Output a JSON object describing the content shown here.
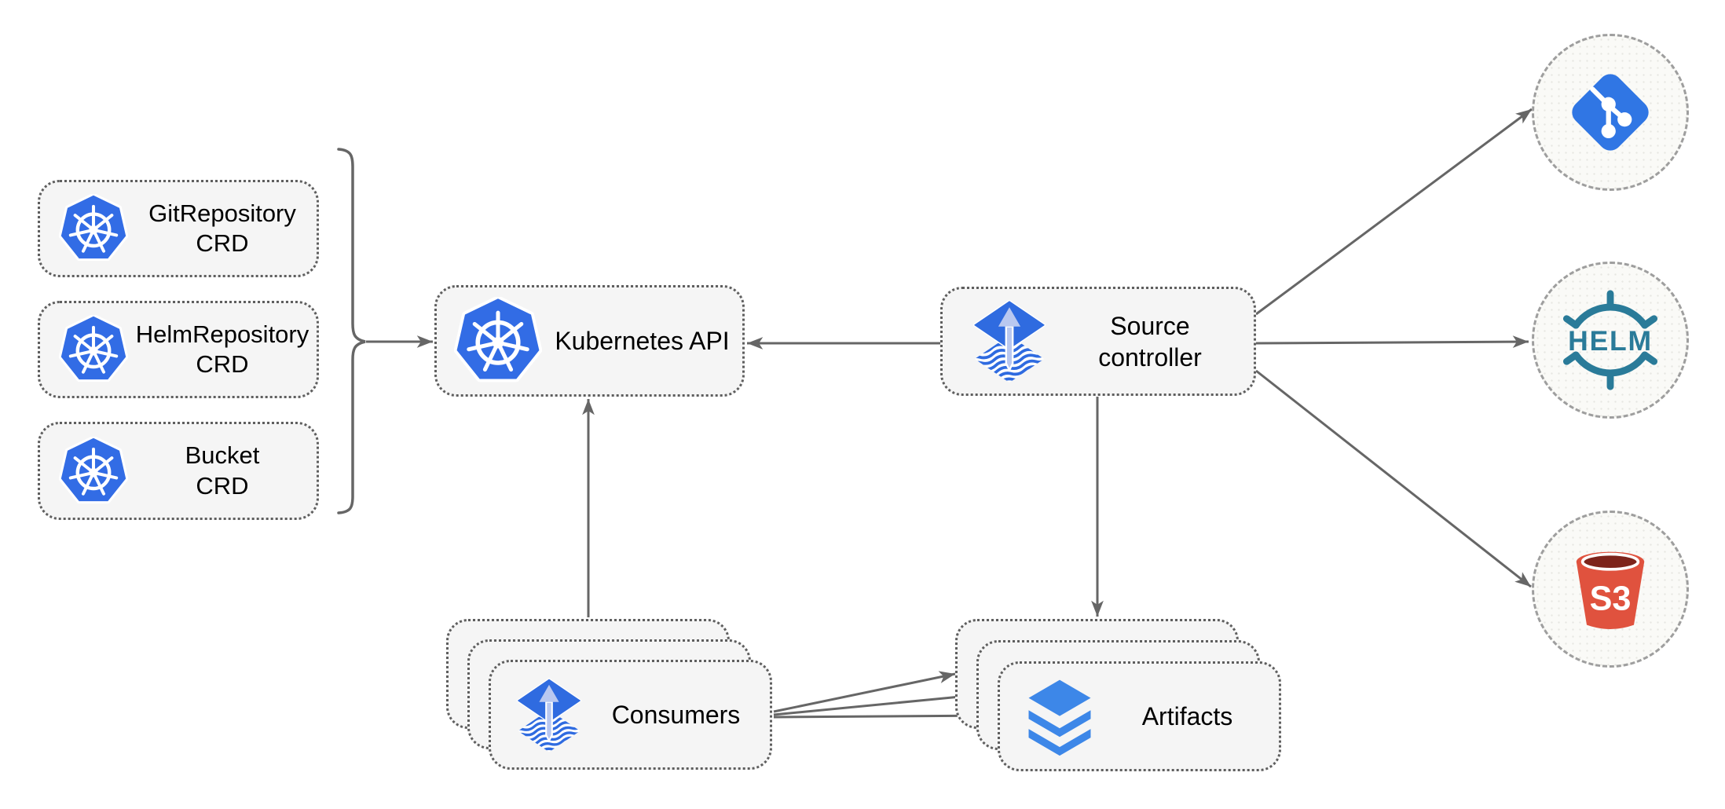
{
  "palette": {
    "canvas_bg": "#ffffff",
    "node_fill": "#f5f5f5",
    "node_border": "#5e5e5e",
    "circle_fill": "#fafaf7",
    "circle_border": "#9e9e9e",
    "connector_gray": "#666666",
    "kubernetes_blue": "#326ce5",
    "flux_blue": "#2f6be0",
    "flux_arrow_light": "#b9c8f0",
    "git_blue": "#3076e4",
    "helm_teal": "#2a7b99",
    "s3_red": "#e0523e",
    "s3_dark_top": "#7d241b",
    "layers_blue": "#3d87e8"
  },
  "nodes": {
    "crd_boxes": [
      {
        "line1": "GitRepository",
        "line2": "CRD",
        "icon": "kubernetes-icon"
      },
      {
        "line1": "HelmRepository",
        "line2": "CRD",
        "icon": "kubernetes-icon"
      },
      {
        "line1": "Bucket",
        "line2": "CRD",
        "icon": "kubernetes-icon"
      }
    ],
    "kubernetes_api": {
      "label": "Kubernetes API",
      "icon": "kubernetes-icon"
    },
    "source_controller": {
      "line1": "Source",
      "line2": "controller",
      "icon": "flux-icon"
    },
    "consumers": {
      "label": "Consumers",
      "icon": "flux-icon",
      "stacked_cards": 3
    },
    "artifacts": {
      "label": "Artifacts",
      "icon": "layers-icon",
      "stacked_cards": 3
    },
    "externals": [
      {
        "name": "git-repository",
        "icon": "git-icon"
      },
      {
        "name": "helm-repository",
        "icon": "helm-icon",
        "label": "HELM"
      },
      {
        "name": "s3-bucket",
        "icon": "s3-bucket-icon",
        "label": "S3"
      }
    ]
  },
  "edges": [
    {
      "from": "crd-group-bracket",
      "to": "kubernetes-api",
      "arrow": true
    },
    {
      "from": "source-controller",
      "to": "kubernetes-api",
      "arrow": true
    },
    {
      "from": "consumers",
      "to": "kubernetes-api",
      "arrow": true
    },
    {
      "from": "source-controller",
      "to": "artifacts",
      "arrow": true
    },
    {
      "from": "source-controller",
      "to": "git-repository",
      "arrow": true
    },
    {
      "from": "source-controller",
      "to": "helm-repository",
      "arrow": true
    },
    {
      "from": "source-controller",
      "to": "s3-bucket",
      "arrow": true
    },
    {
      "from": "consumers",
      "to": "artifacts",
      "arrow": true,
      "count": 3
    }
  ]
}
